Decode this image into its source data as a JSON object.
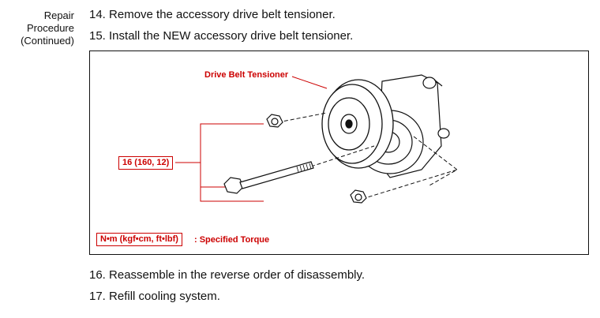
{
  "sidebar": {
    "title_line1": "Repair",
    "title_line2": "Procedure",
    "subtitle": "(Continued)"
  },
  "steps": [
    "14. Remove the accessory drive belt tensioner.",
    "15. Install the NEW accessory drive belt tensioner.",
    "16. Reassemble in the reverse order of disassembly.",
    "17. Refill cooling system."
  ],
  "figure": {
    "callout_part": "Drive Belt Tensioner",
    "torque_value": "16 (160, 12)",
    "legend_units": "N•m (kgf•cm, ft•lbf)",
    "legend_text": ": Specified Torque"
  },
  "colors": {
    "callout": "#cc0000",
    "line": "#111111"
  }
}
